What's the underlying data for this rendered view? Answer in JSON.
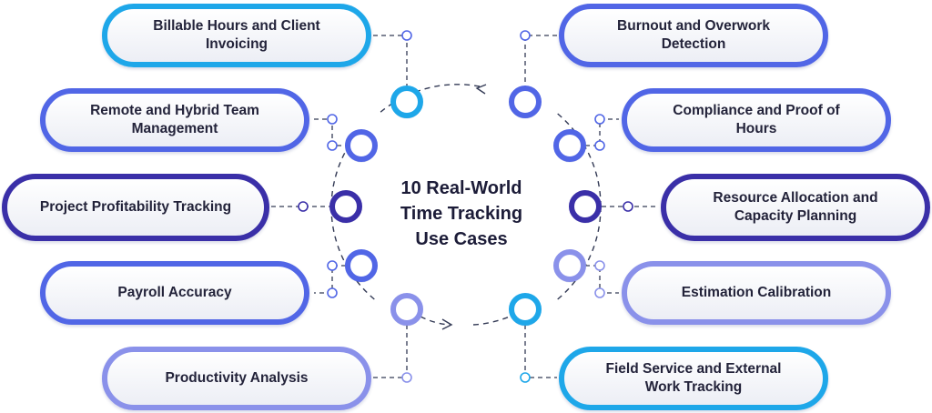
{
  "title_lines": [
    "10 Real-World",
    "Time Tracking",
    "Use Cases"
  ],
  "left_items": [
    {
      "lines": [
        "Billable Hours and Client",
        "Invoicing"
      ]
    },
    {
      "lines": [
        "Remote and Hybrid Team",
        "Management"
      ]
    },
    {
      "lines": [
        "Project Profitability Tracking"
      ]
    },
    {
      "lines": [
        "Payroll Accuracy"
      ]
    },
    {
      "lines": [
        "Productivity Analysis"
      ]
    }
  ],
  "right_items": [
    {
      "lines": [
        "Burnout and Overwork",
        "Detection"
      ]
    },
    {
      "lines": [
        "Compliance and Proof of Hours"
      ]
    },
    {
      "lines": [
        "Resource Allocation and",
        "Capacity Planning"
      ]
    },
    {
      "lines": [
        "Estimation Calibration"
      ]
    },
    {
      "lines": [
        "Field Service and External",
        "Work Tracking"
      ]
    }
  ],
  "colors": {
    "cyan": "#1ea7e9",
    "blue": "#5166e6",
    "indigo": "#3a2fa8",
    "periwinkle": "#8a91ea",
    "connector": "#333a55",
    "text": "#23233a"
  }
}
